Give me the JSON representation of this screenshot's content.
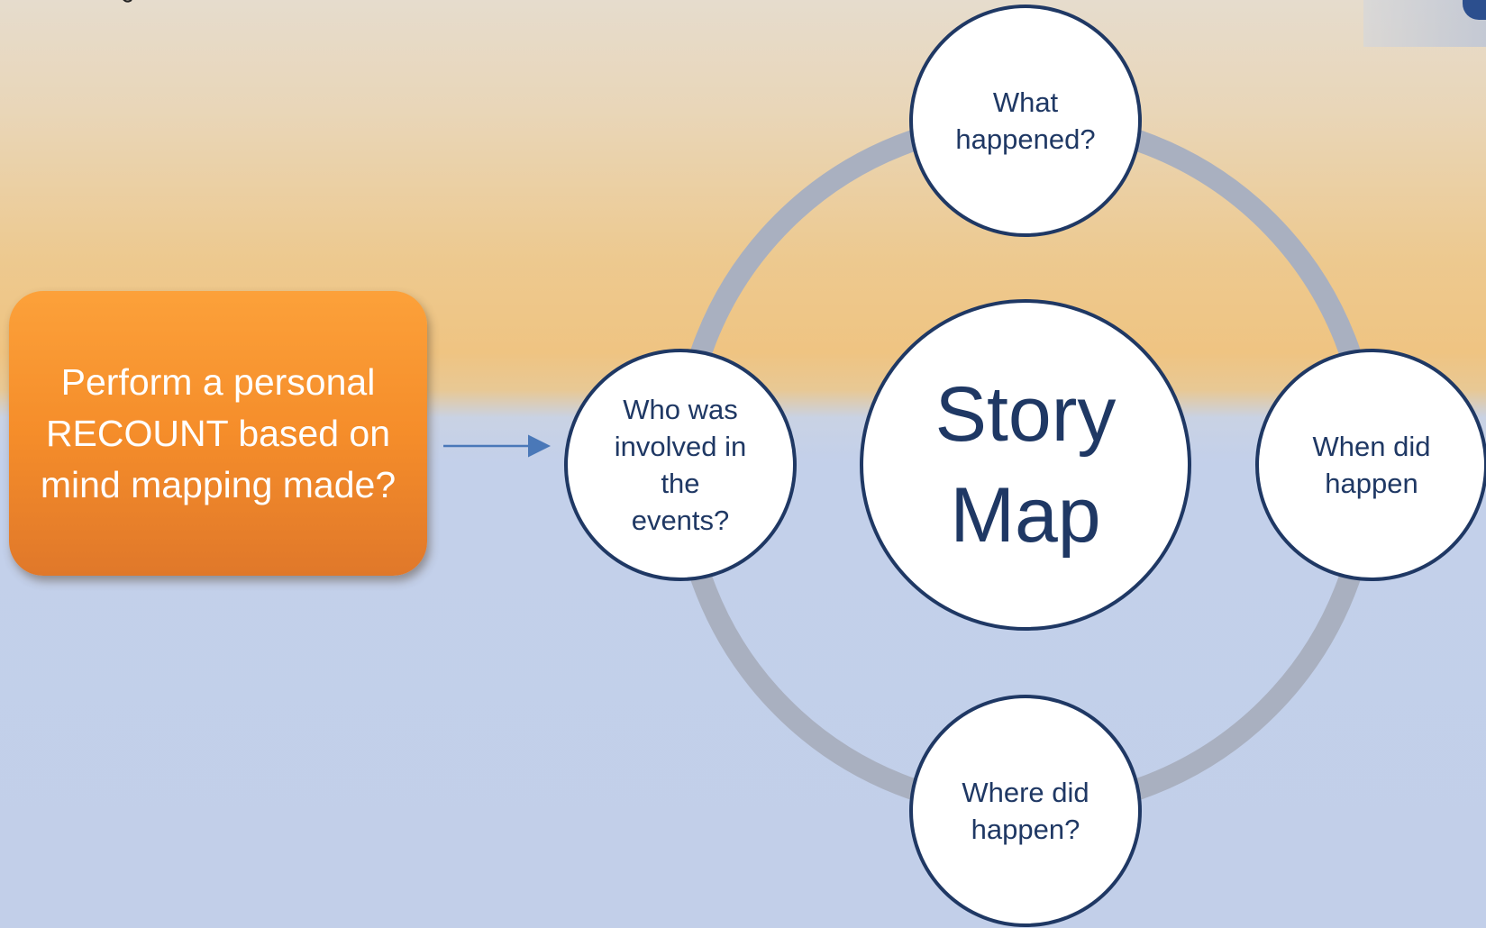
{
  "prompt": {
    "text": "Perform a personal RECOUNT based on mind mapping made?"
  },
  "diagram": {
    "center": {
      "line1": "Story",
      "line2": "Map"
    },
    "nodes": {
      "top": {
        "line1": "What",
        "line2": "happened?"
      },
      "left": {
        "line1": "Who was",
        "line2": "involved in",
        "line3": "the",
        "line4": "events?"
      },
      "right": {
        "line1": "When did",
        "line2": "happen"
      },
      "bottom": {
        "line1": "Where did",
        "line2": "happen?"
      }
    }
  },
  "colors": {
    "ring": "#a9b0c0",
    "node_border": "#1f3864",
    "node_fill": "#ffffff",
    "text": "#1f3864",
    "prompt_box": "#f7952d",
    "arrow": "#4a78b8"
  }
}
